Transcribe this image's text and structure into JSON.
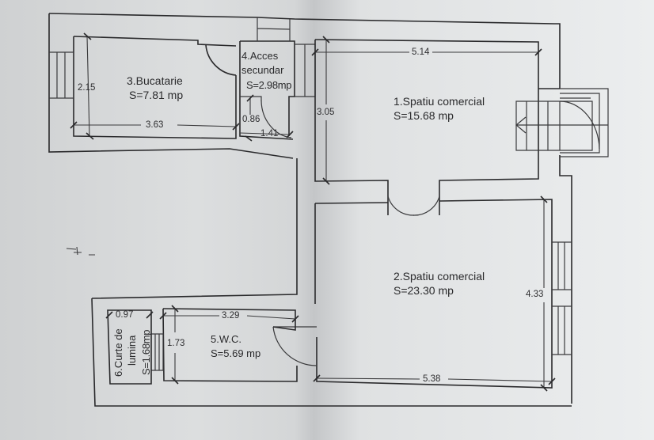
{
  "plan": {
    "rooms": [
      {
        "id": 1,
        "name": "1.Spatiu comercial",
        "area": "S=15.68 mp",
        "dims": {
          "width": "5.14",
          "height": "3.05"
        }
      },
      {
        "id": 2,
        "name": "2.Spatiu comercial",
        "area": "S=23.30 mp",
        "dims": {
          "width": "5.38",
          "height": "4.33"
        }
      },
      {
        "id": 3,
        "name": "3.Bucatarie",
        "area": "S=7.81 mp",
        "dims": {
          "width": "3.63",
          "height": "2.15"
        }
      },
      {
        "id": 4,
        "name_line1": "4.Acces",
        "name_line2": "secundar",
        "area": "S=2.98mp",
        "dims": {
          "depth": "0.86",
          "width": "1.41"
        }
      },
      {
        "id": 5,
        "name": "5.W.C.",
        "area": "S=5.69 mp",
        "dims": {
          "width": "3.29",
          "height": "1.73"
        }
      },
      {
        "id": 6,
        "name_line1": "6.Curte de",
        "name_line2": "lumina",
        "area": "S=1.68mp",
        "dims": {
          "width": "0.97"
        }
      }
    ],
    "annotations": {
      "stray_mark": "-+-"
    },
    "colors": {
      "line": "#2a2a2c",
      "paper": "#dfe1e2"
    }
  }
}
